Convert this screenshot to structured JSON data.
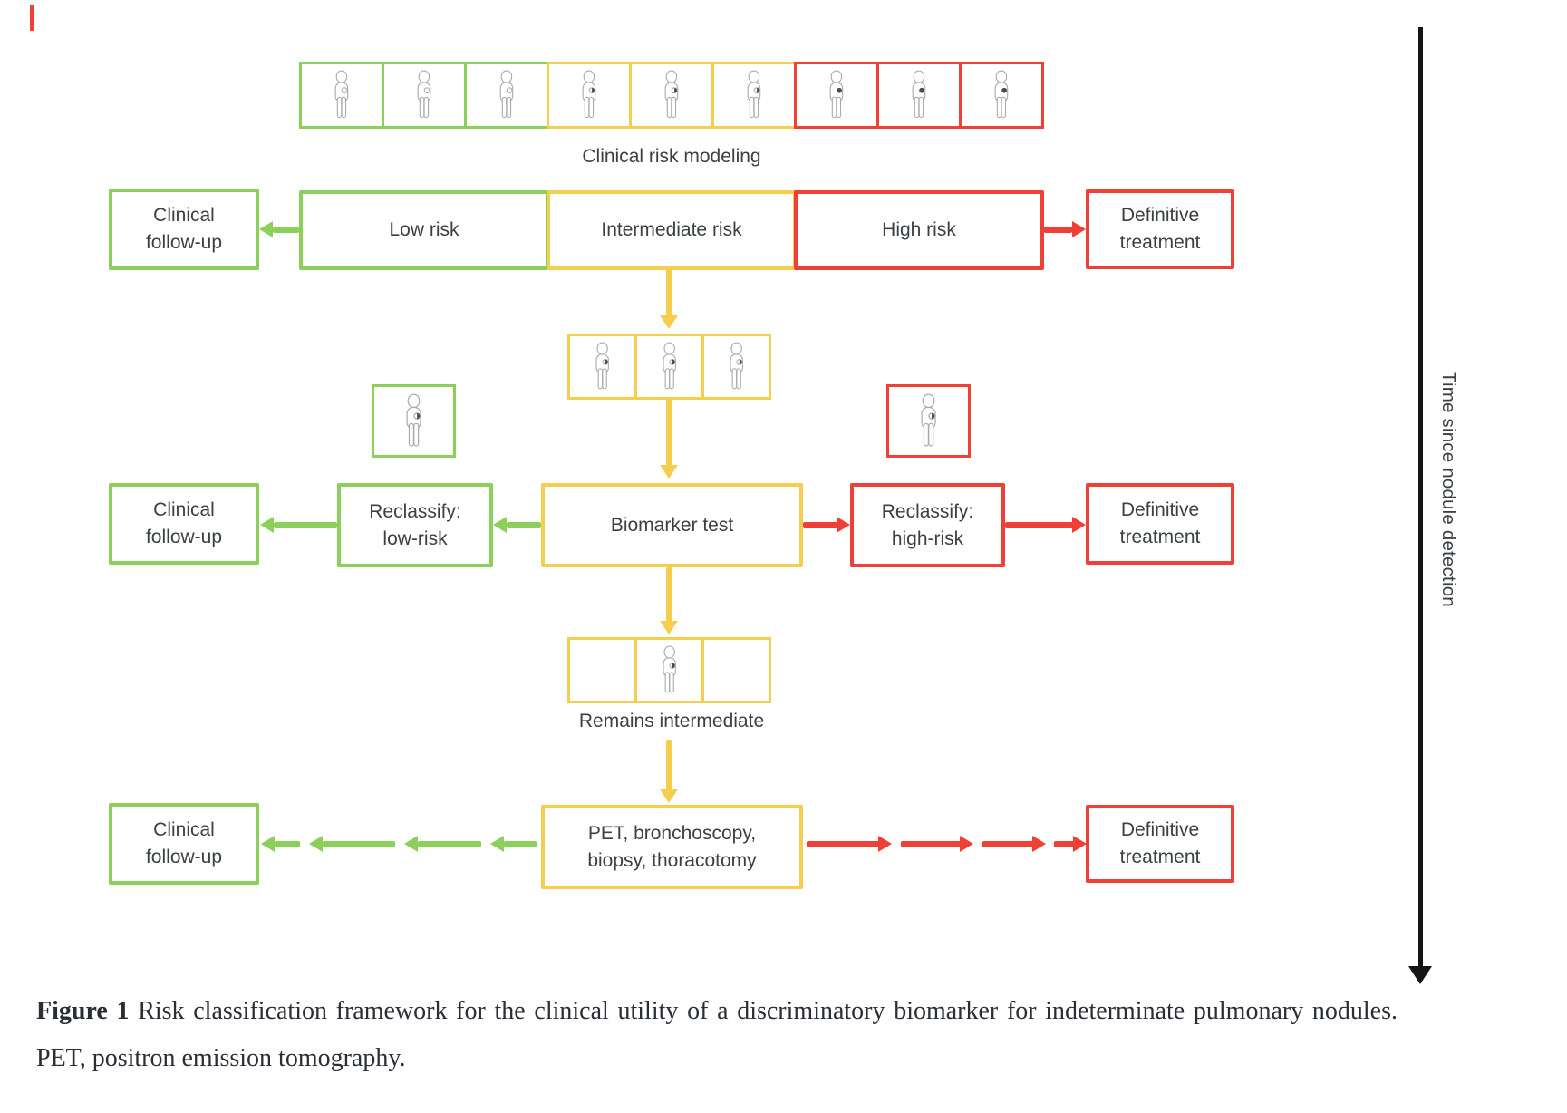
{
  "palette": {
    "green": "#8DCF5B",
    "yellow": "#F6CE4F",
    "red": "#EE4036",
    "timeline_black": "#151515",
    "label_text": "#3B4045",
    "person_stroke": "#A9ABAD",
    "nodule_dark": "#4B4B4B"
  },
  "top_section": {
    "label": "Clinical risk modeling",
    "cells": [
      "low",
      "low",
      "low",
      "intermediate",
      "intermediate",
      "intermediate",
      "high",
      "high",
      "high"
    ]
  },
  "risk_row": {
    "clinical_follow_up": "Clinical follow-up",
    "low_risk": "Low risk",
    "intermediate_risk": "Intermediate risk",
    "high_risk": "High risk",
    "definitive_treatment": "Definitive treatment"
  },
  "intermediate_cohort": {
    "cells": [
      "intermediate",
      "intermediate",
      "intermediate"
    ]
  },
  "reclassified": {
    "low_single": [
      "intermediate"
    ],
    "high_single": [
      "intermediate"
    ]
  },
  "biomarker_row": {
    "clinical_follow_up": "Clinical follow-up",
    "reclassify_low": "Reclassify: low-risk",
    "biomarker_test": "Biomarker test",
    "reclassify_high": "Reclassify: high-risk",
    "definitive_treatment": "Definitive treatment"
  },
  "remains": {
    "cells": [
      "empty",
      "intermediate",
      "empty"
    ],
    "label": "Remains intermediate"
  },
  "final_row": {
    "clinical_follow_up": "Clinical follow-up",
    "procedures": "PET, bronchoscopy, biopsy, thoracotomy",
    "definitive_treatment": "Definitive treatment"
  },
  "timeline": {
    "label": "Time since nodule detection"
  },
  "caption": {
    "prefix": "Figure 1",
    "text": "Risk classification framework for the clinical utility of a discriminatory biomarker for indeterminate pulmonary nodules. PET, positron emission tomography."
  }
}
